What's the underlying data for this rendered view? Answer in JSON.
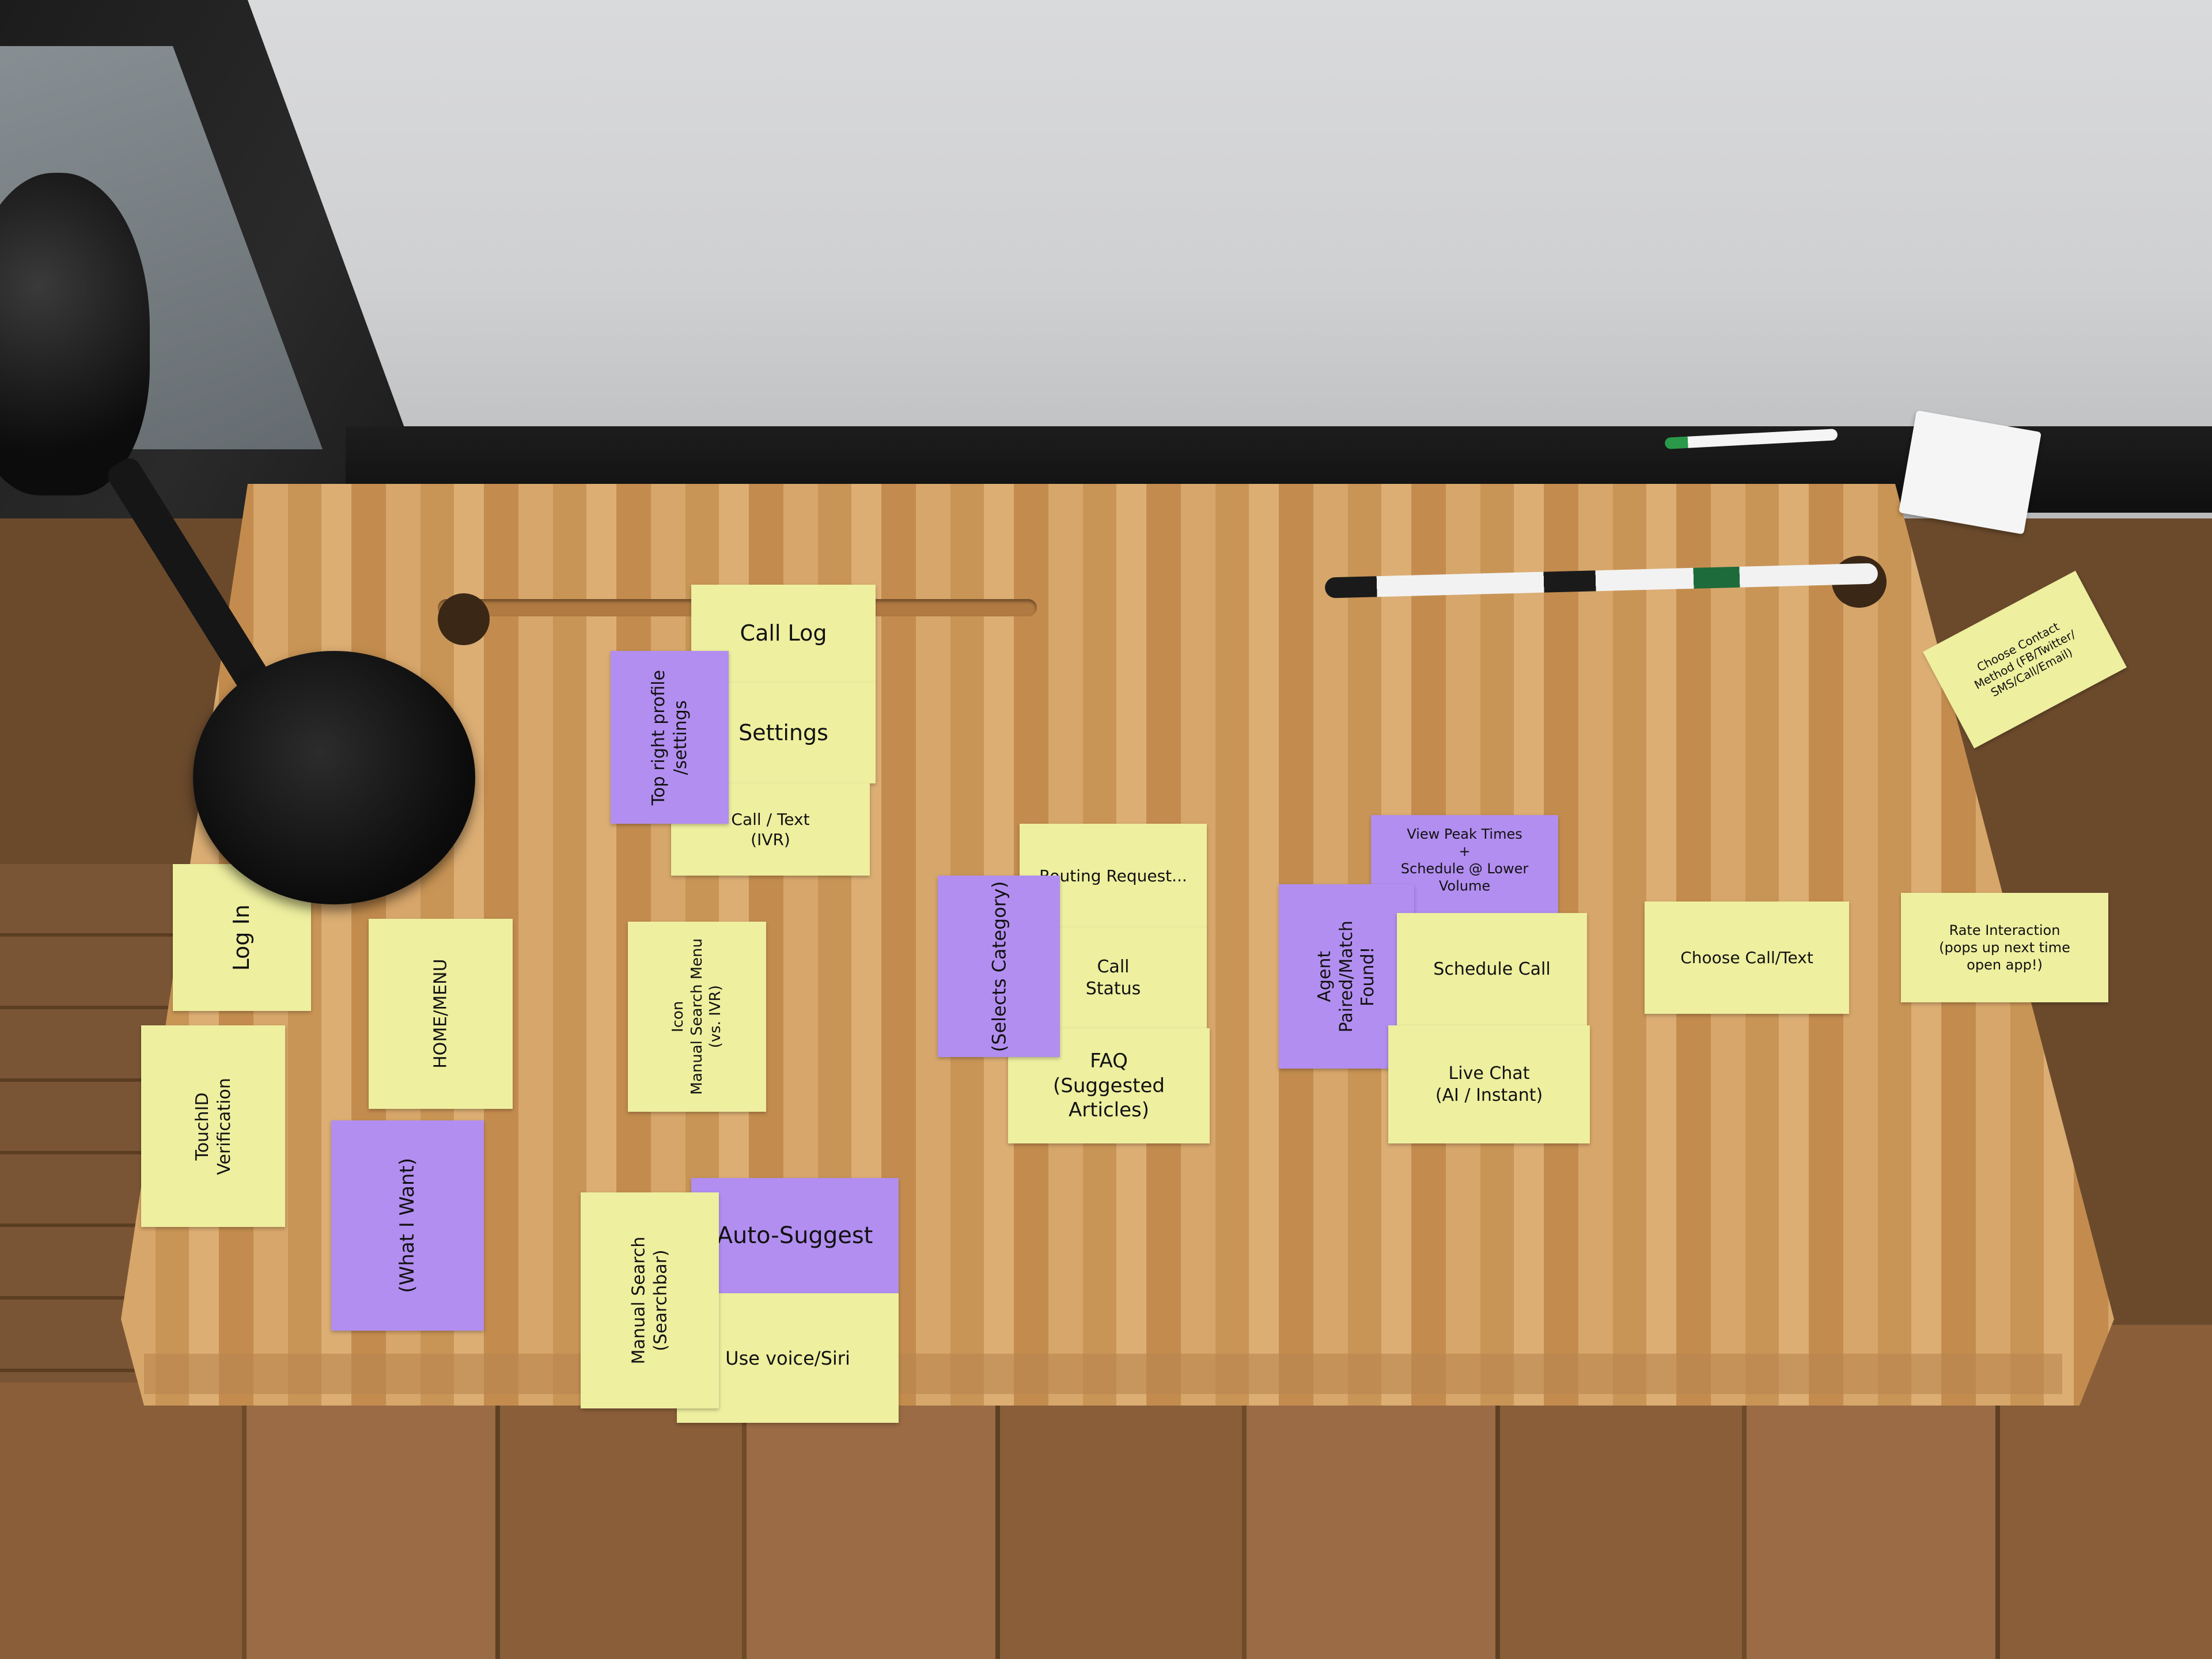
{
  "notes": {
    "call_log": "Call Log",
    "settings": "Settings",
    "call_text_ivr": "Call / Text\n(IVR)",
    "top_right_profile": "Top right profile\n/settings",
    "log_in": "Log In",
    "home_menu": "HOME/MENU",
    "touch_id": "TouchID\nVerification",
    "what_i_want": "(What I Want)",
    "icon_manual_search_menu": "Icon\nManual Search Menu\n(vs. IVR)",
    "manual_search": "Manual Search\n(Searchbar)",
    "auto_suggest": "Auto-Suggest",
    "use_voice_siri": "Use voice/Siri",
    "routing_request": "Routing Request...",
    "call_status": "Call\nStatus",
    "faq": "FAQ\n(Suggested Articles)",
    "selects_category": "(Selects Category)",
    "view_peak_times": "View Peak Times\n+\nSchedule @ Lower\nVolume",
    "agent_paired": "Agent\nPaired/Match\nFound!",
    "schedule_call": "Schedule Call",
    "live_chat": "Live Chat\n(AI / Instant)",
    "choose_call_text": "Choose Call/Text",
    "rate_interaction": "Rate Interaction\n(pops up next time\nopen app!)",
    "choose_contact_method": "Choose Contact\nMethod (FB/Twitter/\nSMS/Call/Email)"
  },
  "colors": {
    "yellow_note": "#eeef9f",
    "purple_note": "#b28ef0",
    "desk": "#d7a66a"
  }
}
